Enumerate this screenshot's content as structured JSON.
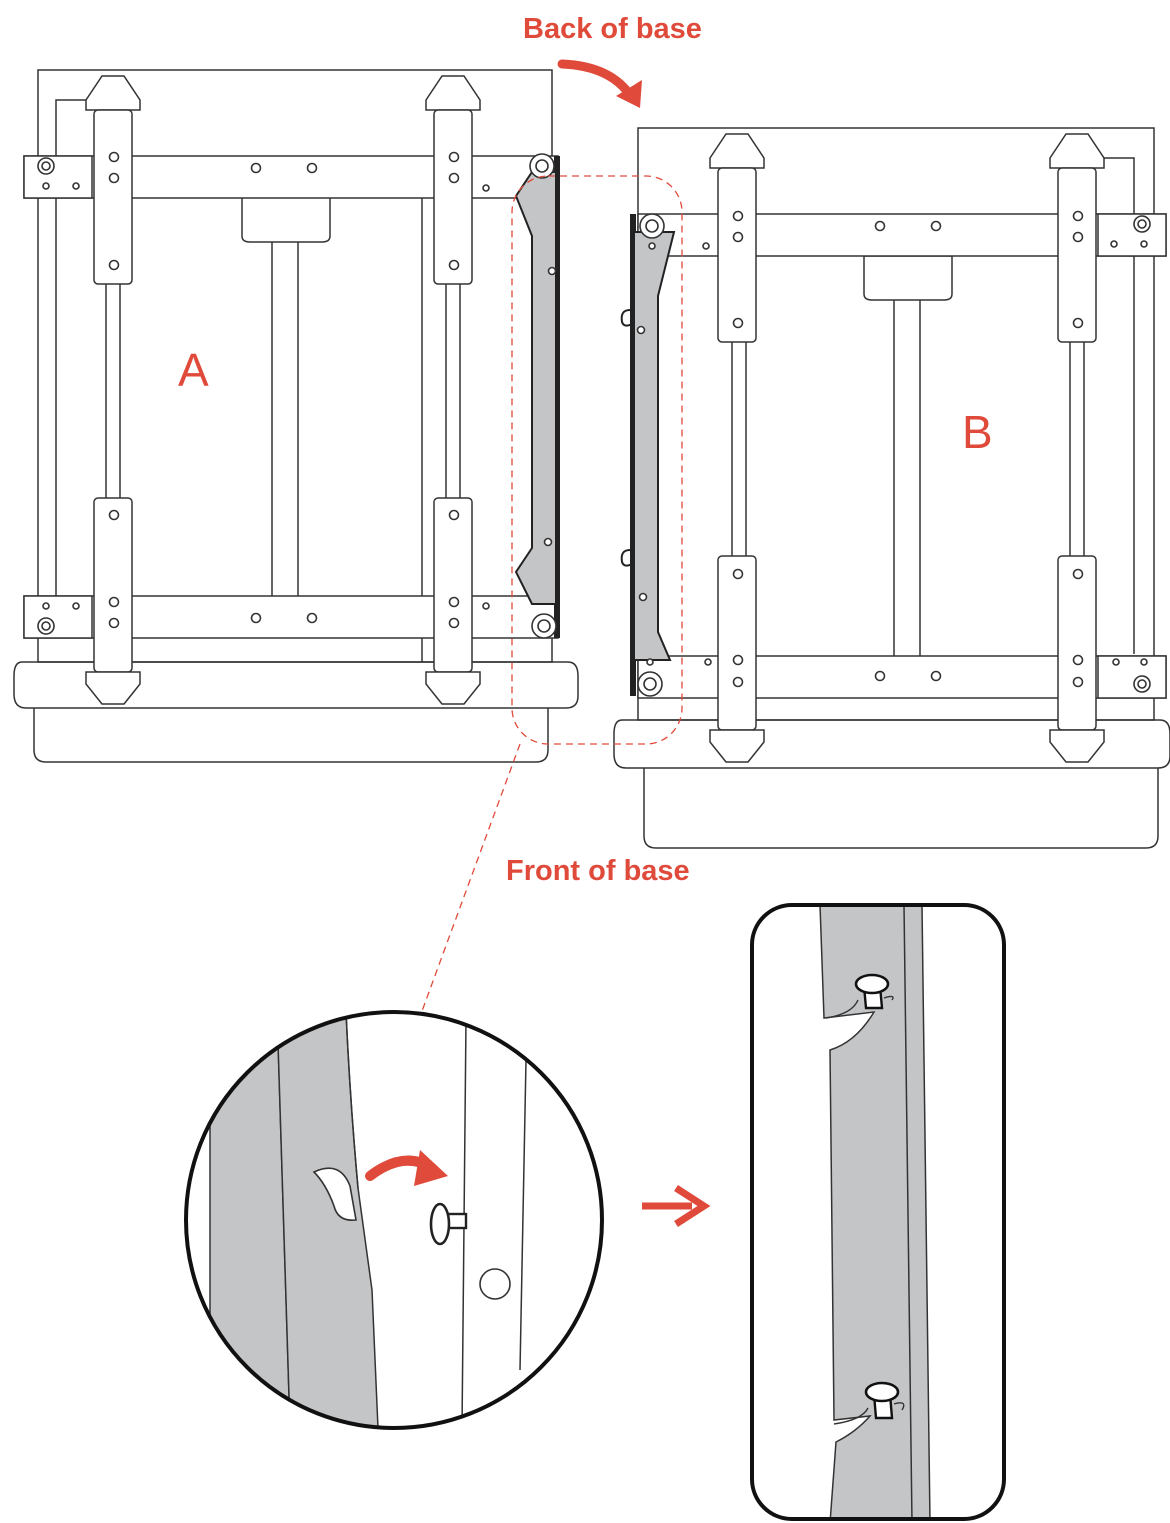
{
  "labels": {
    "back_of_base": "Back of base",
    "front_of_base": "Front of base",
    "unit_a": "A",
    "unit_b": "B"
  },
  "colors": {
    "accent": "#e04a3a",
    "rail_grey": "#c4c5c7",
    "line": "#333333"
  },
  "icons": {
    "curved_arrow": "curved-arrow-icon",
    "right_arrow": "right-arrow-icon"
  }
}
